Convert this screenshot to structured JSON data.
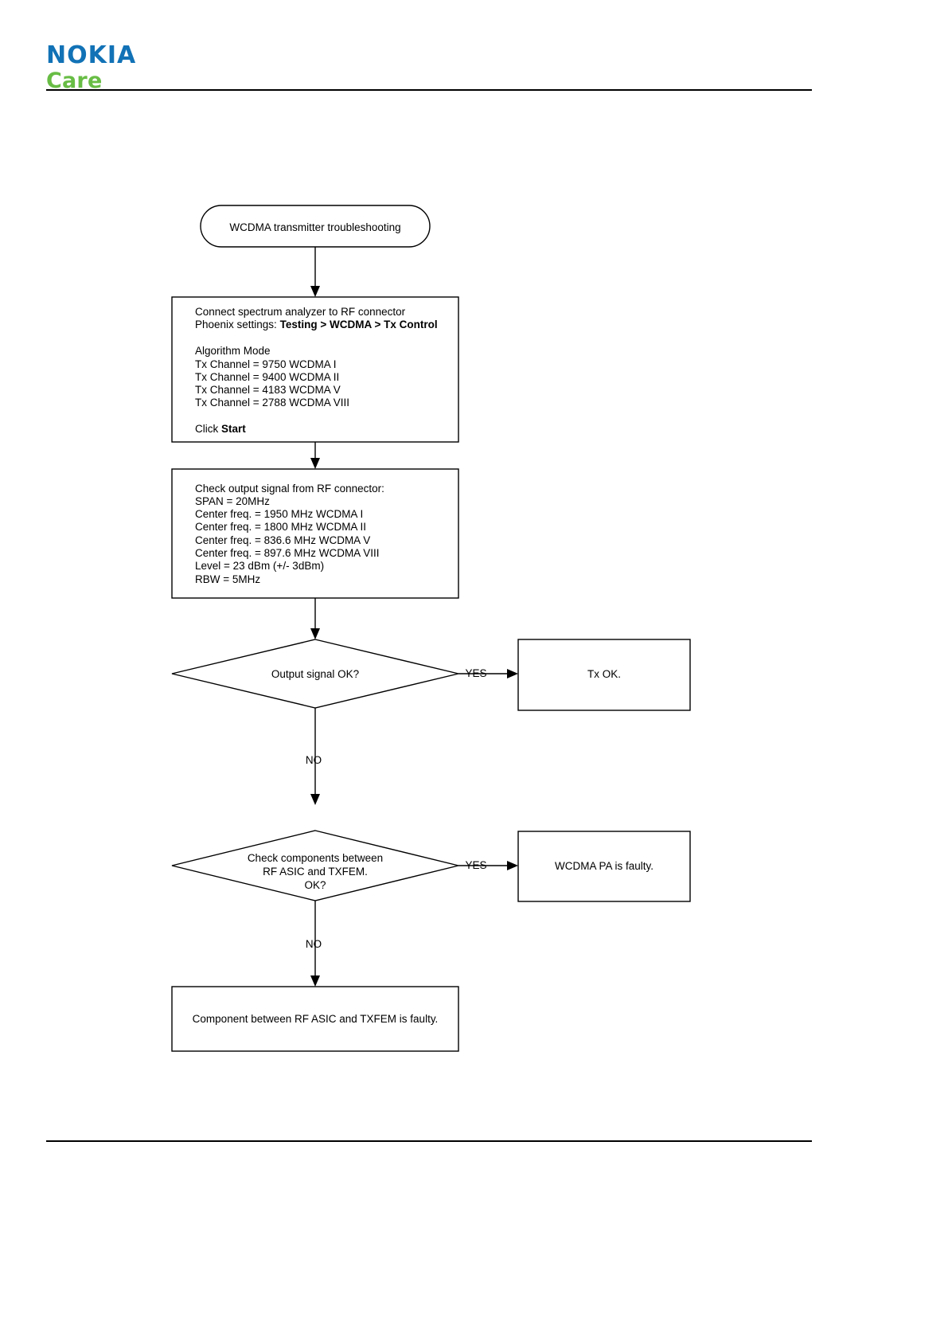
{
  "header": {
    "brand_primary": "NOKIA",
    "brand_secondary": "Care",
    "brand_primary_color": "#1272b6",
    "brand_secondary_color": "#68bd45"
  },
  "flowchart": {
    "title": "WCDMA transmitter troubleshooting",
    "start": {
      "label": "WCDMA transmitter troubleshooting"
    },
    "setup_step": {
      "line_1": "Connect spectrum analyzer to RF connector",
      "line_2_prefix": "Phoenix settings: ",
      "line_2_bold": "Testing > WCDMA > Tx Control",
      "line_3": "Algorithm Mode",
      "line_4": "Tx Channel = 9750 WCDMA I",
      "line_5": "Tx Channel = 9400 WCDMA II",
      "line_6": "Tx Channel = 4183 WCDMA V",
      "line_7": "Tx Channel = 2788 WCDMA VIII",
      "line_8_prefix": "Click ",
      "line_8_bold": "Start"
    },
    "measure_step": {
      "line_1": "Check output signal from RF connector:",
      "line_2": "SPAN = 20MHz",
      "line_3": "Center freq. = 1950 MHz WCDMA I",
      "line_4": "Center freq. = 1800 MHz WCDMA II",
      "line_5": "Center freq. =  836.6 MHz WCDMA V",
      "line_6": "Center freq. =  897.6 MHz WCDMA VIII",
      "line_7": "Level = 23 dBm (+/- 3dBm)",
      "line_8": "RBW = 5MHz"
    },
    "decision_1": {
      "label": "Output signal OK?",
      "yes_label": "YES",
      "no_label": "NO"
    },
    "result_tx_ok": {
      "label": "Tx OK."
    },
    "decision_2": {
      "line_1": "Check components between",
      "line_2": "RF ASIC and TXFEM.",
      "line_3": "OK?",
      "yes_label": "YES",
      "no_label": "NO"
    },
    "result_pa_faulty": {
      "label": "WCDMA PA is faulty."
    },
    "result_component_faulty": {
      "label": "Component between RF ASIC and TXFEM is faulty."
    }
  }
}
